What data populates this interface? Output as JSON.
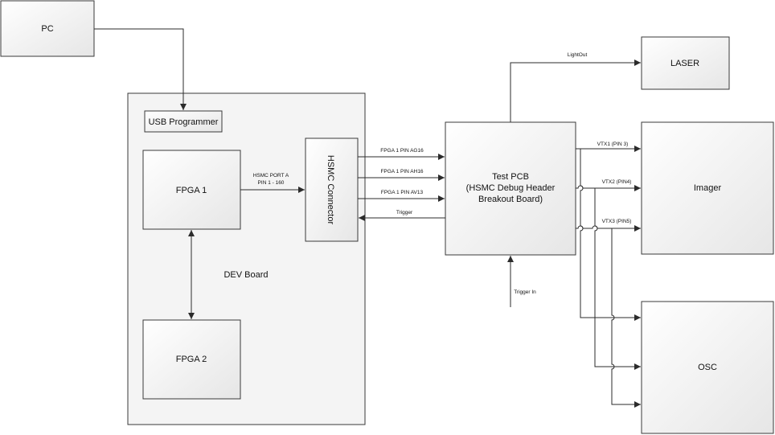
{
  "blocks": {
    "pc": "PC",
    "dev_board": "DEV Board",
    "usb_programmer": "USB Programmer",
    "fpga1": "FPGA 1",
    "fpga2": "FPGA 2",
    "hsmc_connector": "HSMC Connector",
    "test_pcb": [
      "Test PCB",
      "(HSMC Debug Header",
      "Breakout Board)"
    ],
    "laser": "LASER",
    "imager": "Imager",
    "osc": "OSC"
  },
  "signals": {
    "hsmc_port": [
      "HSMC PORT A",
      "PIN 1 - 160"
    ],
    "ag16": "FPGA 1 PIN AG16",
    "ah16": "FPGA 1 PIN AH16",
    "av13": "FPGA 1 PIN AV13",
    "trigger": "Trigger",
    "trigger_in": "Trigger In",
    "light_out": "LightOut",
    "vtx1": "VTX1 (PIN 3)",
    "vtx2": "VTX2 (PIN4)",
    "vtx3": "VTX3 (PIN5)"
  }
}
